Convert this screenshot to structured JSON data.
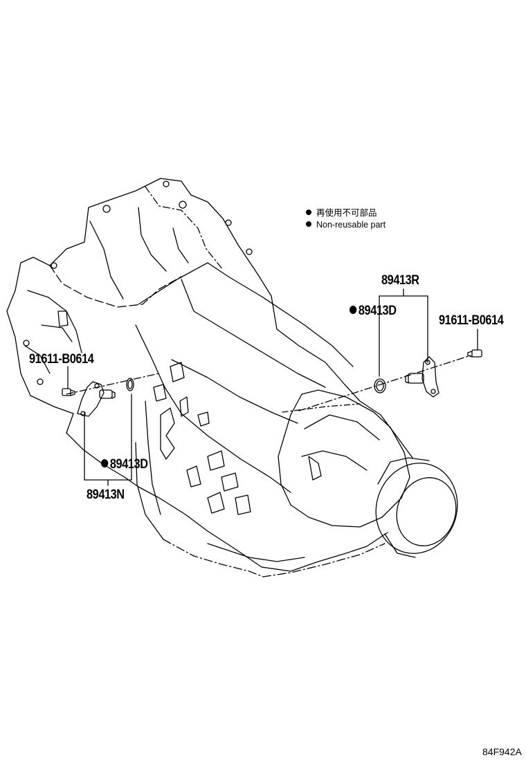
{
  "legend": {
    "line_jp": "再使用不可部品",
    "line_en": "Non-reusable part"
  },
  "parts": {
    "bolt_left": "91611-B0614",
    "bolt_right": "91611-B0614",
    "sensor_right_group": "89413R",
    "oring_right": "89413D",
    "oring_left": "89413D",
    "sensor_left_group": "89413N"
  },
  "diagram_code": "84F942A",
  "colors": {
    "ink": "#000000",
    "paper": "#ffffff"
  }
}
